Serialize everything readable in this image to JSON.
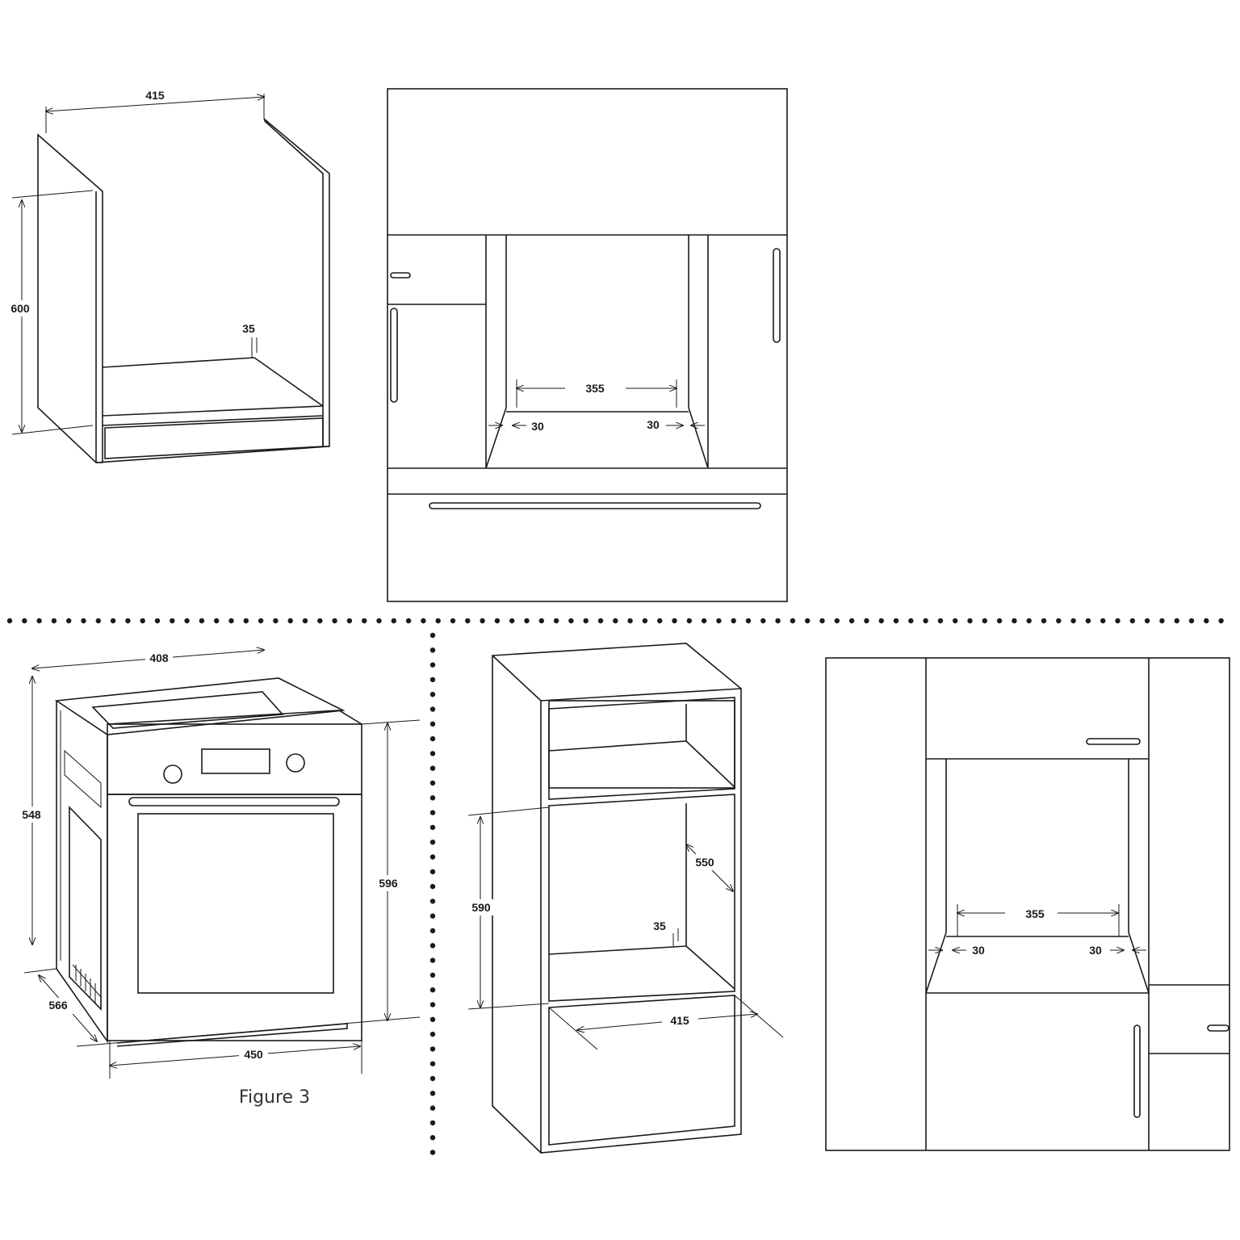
{
  "figure_caption": "Figure 3",
  "cabinet_under_counter": {
    "width": "415",
    "height": "600",
    "gap": "35"
  },
  "front_view_top": {
    "opening": "355",
    "left_bevel": "30",
    "right_bevel": "30"
  },
  "oven": {
    "width_top": "408",
    "height_side": "548",
    "depth": "566",
    "height_front": "596",
    "width_front": "450"
  },
  "cabinet_tall": {
    "height": "590",
    "depth": "550",
    "gap": "35",
    "width": "415"
  },
  "front_view_bottom": {
    "opening": "355",
    "left_bevel": "30",
    "right_bevel": "30"
  }
}
